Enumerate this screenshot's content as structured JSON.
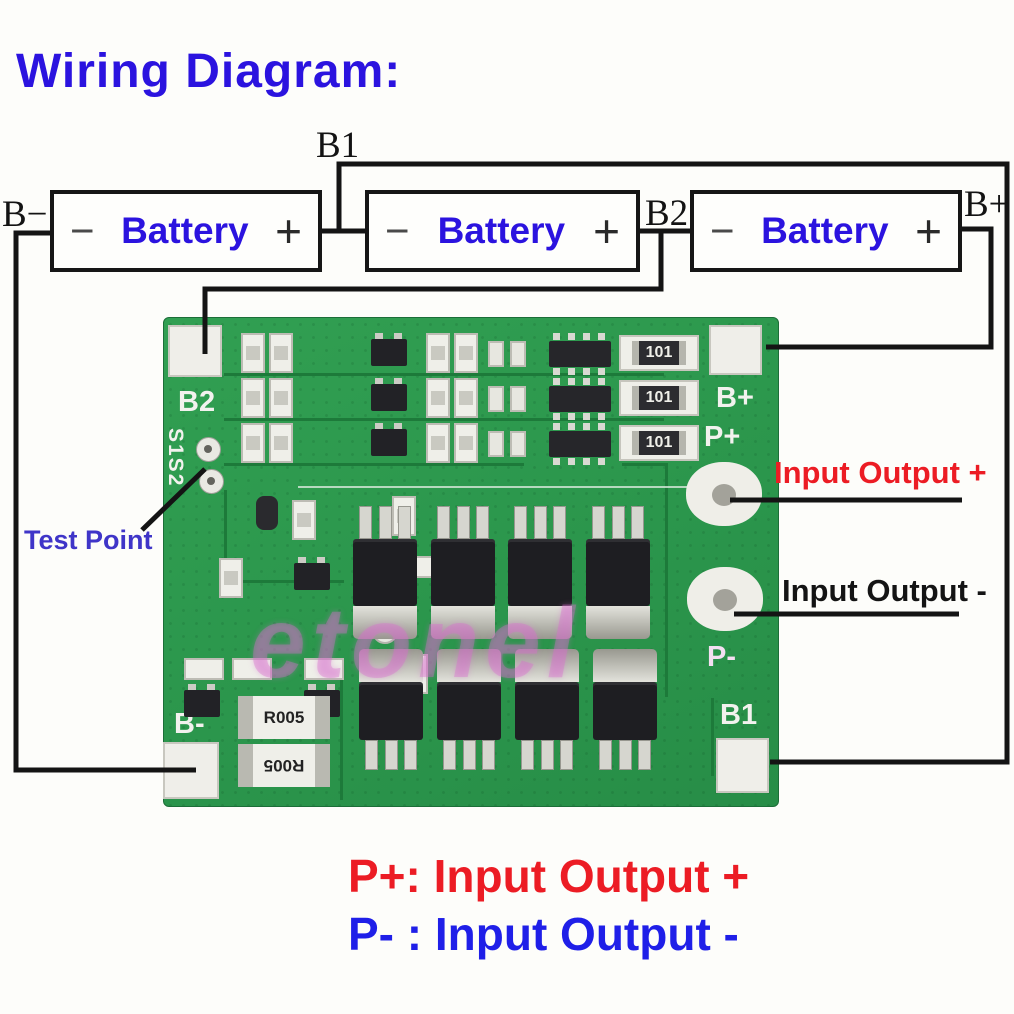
{
  "title": "Wiring Diagram:",
  "batteries": [
    {
      "terminal_minus": "−",
      "name": "Battery",
      "terminal_plus": "+"
    },
    {
      "terminal_minus": "−",
      "name": "Battery",
      "terminal_plus": "+"
    },
    {
      "terminal_minus": "−",
      "name": "Battery",
      "terminal_plus": "+"
    }
  ],
  "junction_labels": {
    "b_minus": "B−",
    "b1": "B1",
    "b2": "B2",
    "b_plus": "B+"
  },
  "pcb": {
    "silkscreen": {
      "b2": "B2",
      "test_points": "S1S2",
      "b_plus": "B+",
      "p_plus": "P+",
      "p_minus": "P-",
      "b_minus": "B-",
      "b1": "B1"
    },
    "components": {
      "chip_resistor_label": "101",
      "shunt_resistor_label": "R005"
    },
    "watermark": "etonel"
  },
  "annotations": {
    "test_point": "Test Point",
    "io_plus": "Input Output +",
    "io_minus": "Input Output -"
  },
  "legend": {
    "line1": "P+: Input Output +",
    "line2": "P- : Input Output -"
  },
  "colors": {
    "title_blue": "#2b13df",
    "battery_blue": "#2b13df",
    "annotation_red": "#ec1c24",
    "legend_blue": "#1f1fe8",
    "test_point_purple": "#3f35c8",
    "pcb_green": "#2d9c4f",
    "wire_black": "#141414"
  }
}
